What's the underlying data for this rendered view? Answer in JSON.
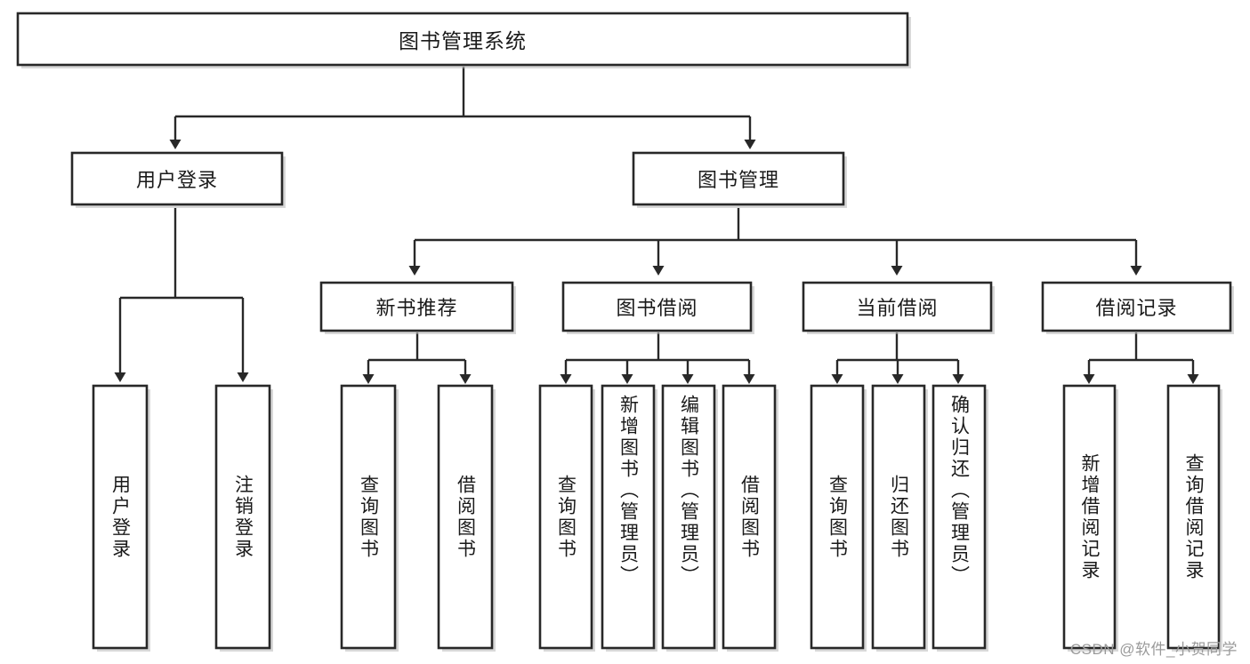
{
  "diagram": {
    "type": "tree",
    "title": "图书管理系统",
    "orientation": "top-down",
    "background_color": "#ffffff",
    "box_stroke_color": "#282828",
    "box_fill_color": "#ffffff",
    "edge_color": "#282828",
    "text_color": "#1a1a1a"
  },
  "nodes": {
    "root": {
      "label": "图书管理系统",
      "level": 0,
      "text_direction": "horizontal"
    },
    "user_login": {
      "label": "用户登录",
      "level": 1,
      "text_direction": "horizontal"
    },
    "book_manage": {
      "label": "图书管理",
      "level": 1,
      "text_direction": "horizontal"
    },
    "new_book_rec": {
      "label": "新书推荐",
      "level": 2,
      "text_direction": "horizontal"
    },
    "book_borrow": {
      "label": "图书借阅",
      "level": 2,
      "text_direction": "horizontal"
    },
    "current_borrow": {
      "label": "当前借阅",
      "level": 2,
      "text_direction": "horizontal"
    },
    "borrow_record": {
      "label": "借阅记录",
      "level": 2,
      "text_direction": "horizontal"
    },
    "leaf_user_login": {
      "label": "用户登录",
      "level": 3,
      "text_direction": "vertical"
    },
    "leaf_logout": {
      "label": "注销登录",
      "level": 3,
      "text_direction": "vertical"
    },
    "leaf_query_book_a": {
      "label": "查询图书",
      "level": 3,
      "text_direction": "vertical"
    },
    "leaf_borrow_book_a": {
      "label": "借阅图书",
      "level": 3,
      "text_direction": "vertical"
    },
    "leaf_query_book_b": {
      "label": "查询图书",
      "level": 3,
      "text_direction": "vertical"
    },
    "leaf_add_book": {
      "label": "新增图书（管理员）",
      "level": 3,
      "text_direction": "vertical"
    },
    "leaf_edit_book": {
      "label": "编辑图书（管理员）",
      "level": 3,
      "text_direction": "vertical"
    },
    "leaf_borrow_book_b": {
      "label": "借阅图书",
      "level": 3,
      "text_direction": "vertical"
    },
    "leaf_query_book_c": {
      "label": "查询图书",
      "level": 3,
      "text_direction": "vertical"
    },
    "leaf_return_book": {
      "label": "归还图书",
      "level": 3,
      "text_direction": "vertical"
    },
    "leaf_confirm_return": {
      "label": "确认归还（管理员）",
      "level": 3,
      "text_direction": "vertical"
    },
    "leaf_add_record": {
      "label": "新增借阅记录",
      "level": 3,
      "text_direction": "vertical"
    },
    "leaf_query_record": {
      "label": "查询借阅记录",
      "level": 3,
      "text_direction": "vertical"
    }
  },
  "edges": [
    {
      "from": "root",
      "to": "user_login"
    },
    {
      "from": "root",
      "to": "book_manage"
    },
    {
      "from": "user_login",
      "to": "leaf_user_login"
    },
    {
      "from": "user_login",
      "to": "leaf_logout"
    },
    {
      "from": "book_manage",
      "to": "new_book_rec"
    },
    {
      "from": "book_manage",
      "to": "book_borrow"
    },
    {
      "from": "book_manage",
      "to": "current_borrow"
    },
    {
      "from": "book_manage",
      "to": "borrow_record"
    },
    {
      "from": "new_book_rec",
      "to": "leaf_query_book_a"
    },
    {
      "from": "new_book_rec",
      "to": "leaf_borrow_book_a"
    },
    {
      "from": "book_borrow",
      "to": "leaf_query_book_b"
    },
    {
      "from": "book_borrow",
      "to": "leaf_add_book"
    },
    {
      "from": "book_borrow",
      "to": "leaf_edit_book"
    },
    {
      "from": "book_borrow",
      "to": "leaf_borrow_book_b"
    },
    {
      "from": "current_borrow",
      "to": "leaf_query_book_c"
    },
    {
      "from": "current_borrow",
      "to": "leaf_return_book"
    },
    {
      "from": "current_borrow",
      "to": "leaf_confirm_return"
    },
    {
      "from": "borrow_record",
      "to": "leaf_add_record"
    },
    {
      "from": "borrow_record",
      "to": "leaf_query_record"
    }
  ],
  "watermark": {
    "text": "CSDN @软件_小贺同学"
  }
}
